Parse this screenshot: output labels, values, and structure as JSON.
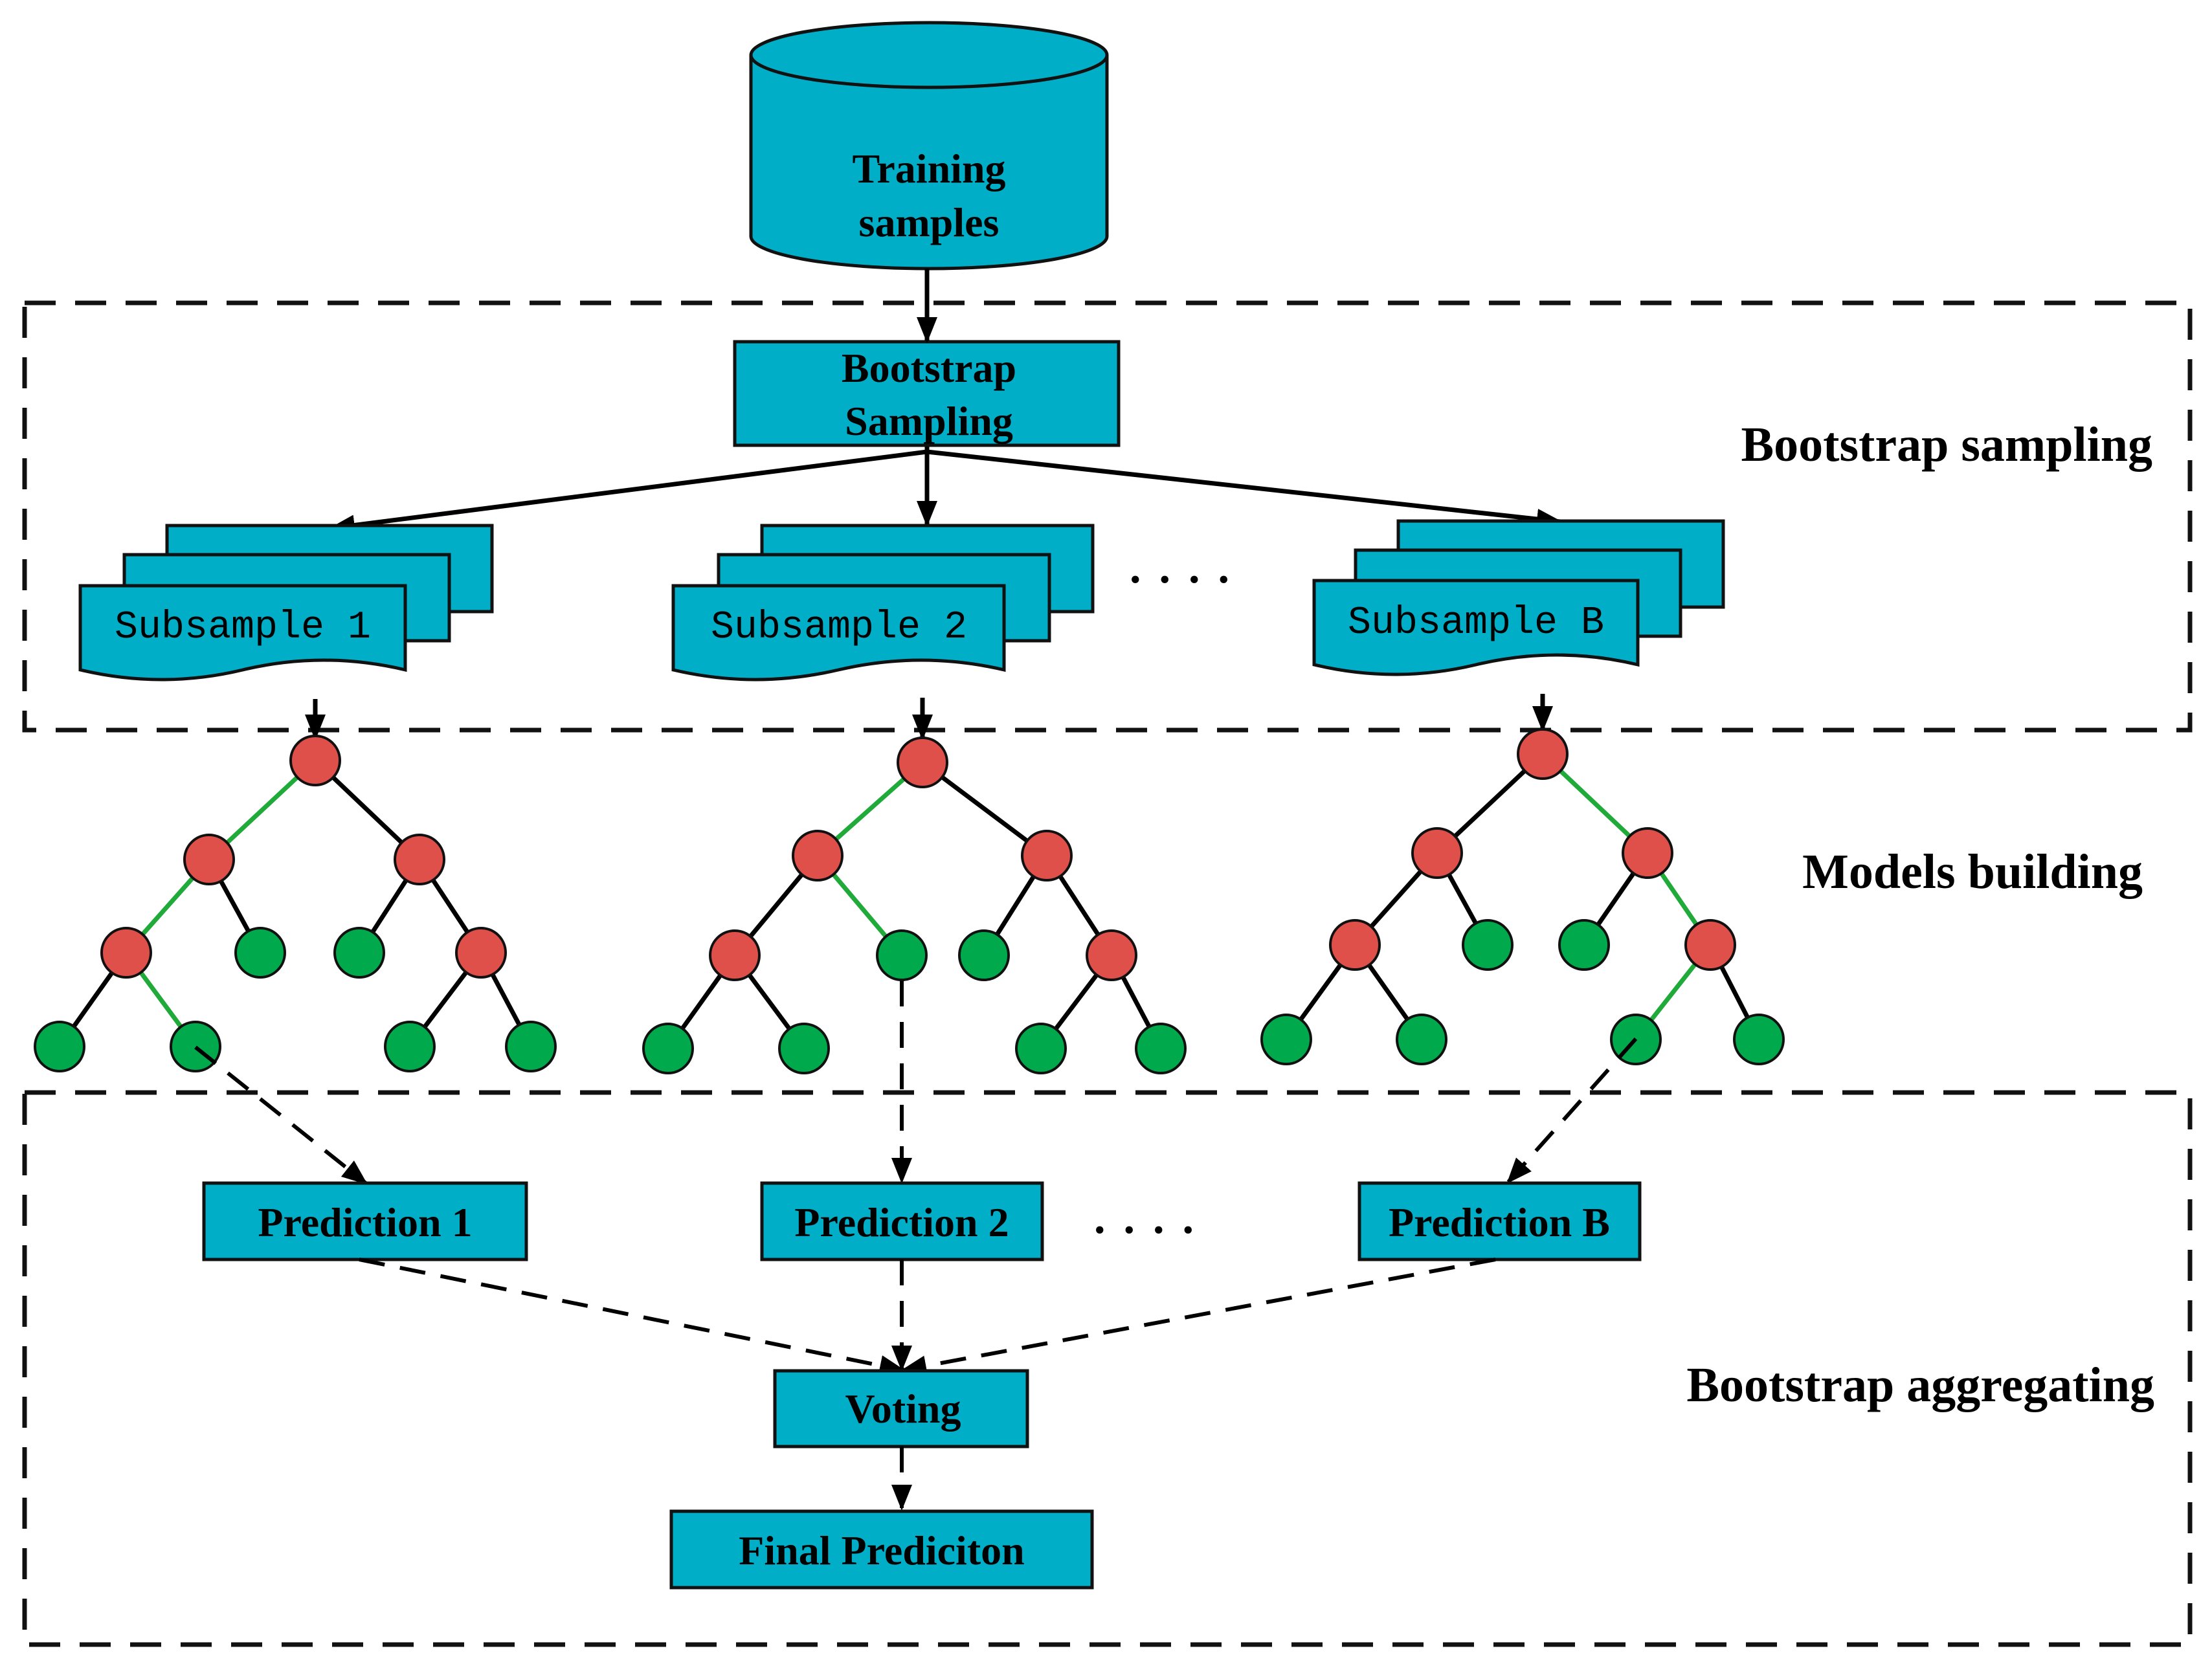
{
  "source": {
    "line1": "Training",
    "line2": "samples"
  },
  "bootstrap_box": {
    "line1": "Bootstrap",
    "line2": "Sampling"
  },
  "subsamples": [
    "Subsample 1",
    "Subsample 2",
    "Subsample B"
  ],
  "ellipsis": "....",
  "sections": {
    "sampling": "Bootstrap sampling",
    "models": "Models building",
    "aggregating": "Bootstrap aggregating"
  },
  "predictions": [
    "Prediction 1",
    "Prediction 2",
    "Prediction B"
  ],
  "voting": "Voting",
  "final": "Final Prediciton",
  "colors": {
    "box_fill": "#00aec8",
    "split_node": "#e0504a",
    "leaf_node": "#00a94b",
    "decision_path": "#1faa3a"
  }
}
